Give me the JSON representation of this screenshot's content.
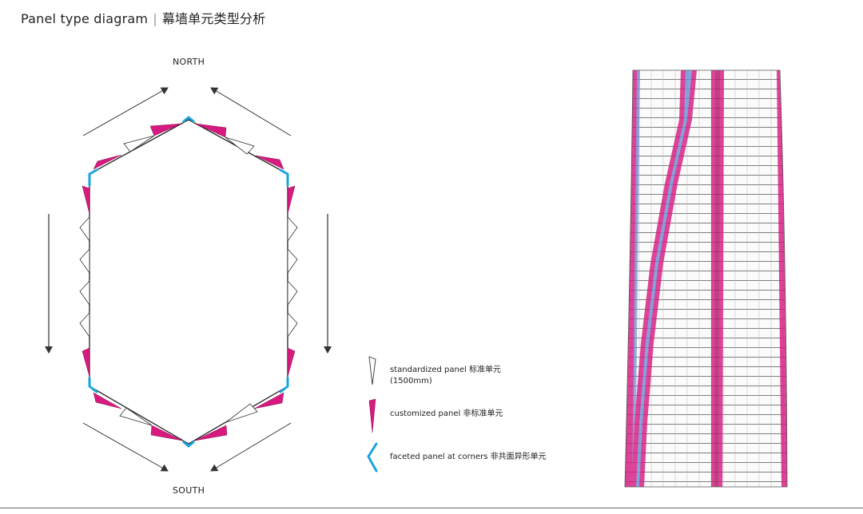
{
  "header": {
    "title_en": "Panel type diagram",
    "separator": "|",
    "title_cn": "幕墙单元类型分析"
  },
  "plan": {
    "north_label": "NORTH",
    "south_label": "SOUTH"
  },
  "legend": {
    "items": [
      {
        "key": "standardized",
        "line1": "standardized panel  标准单元",
        "line2": "(1500mm)",
        "icon": "white-wedge-icon"
      },
      {
        "key": "customized",
        "line1": "customized panel  非标准单元",
        "icon": "magenta-wedge-icon"
      },
      {
        "key": "faceted",
        "line1": "faceted panel at corners  非共面异形单元",
        "icon": "cyan-chevron-icon"
      }
    ]
  },
  "colors": {
    "standard_panel": "#ffffff",
    "custom_panel": "#d61a7f",
    "corner_panel": "#1aa3df",
    "outline": "#222222",
    "tower_blue": "#6c8fd6"
  }
}
